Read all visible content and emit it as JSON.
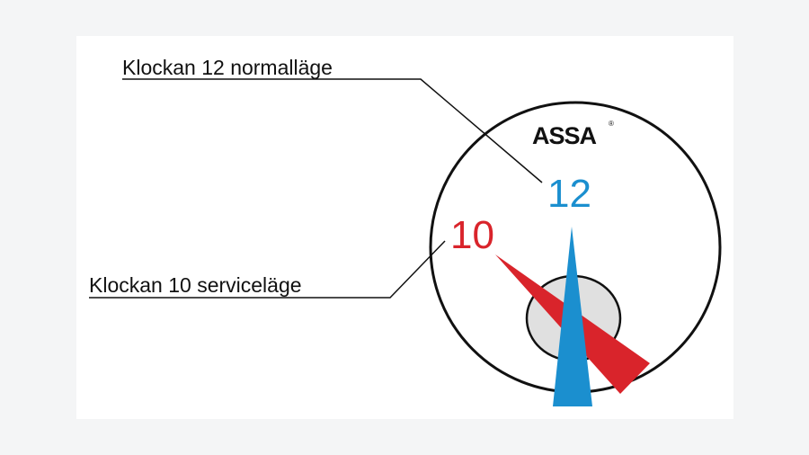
{
  "labels": {
    "normal_position": "Klockan 12 normalläge",
    "service_position": "Klockan 10 serviceläge"
  },
  "lock_face": {
    "brand": "ASSA",
    "brand_mark": "®",
    "normal_number": "12",
    "service_number": "10"
  },
  "colors": {
    "normal": "#1b8fcf",
    "service": "#d9242b",
    "outline": "#111111",
    "hub": "#e0e0e0",
    "background": "#f4f5f6",
    "card": "#ffffff"
  },
  "icons": {
    "normal_pointer": "blue-pointer-icon",
    "service_pointer": "red-pointer-icon",
    "hub": "key-plug-icon"
  }
}
